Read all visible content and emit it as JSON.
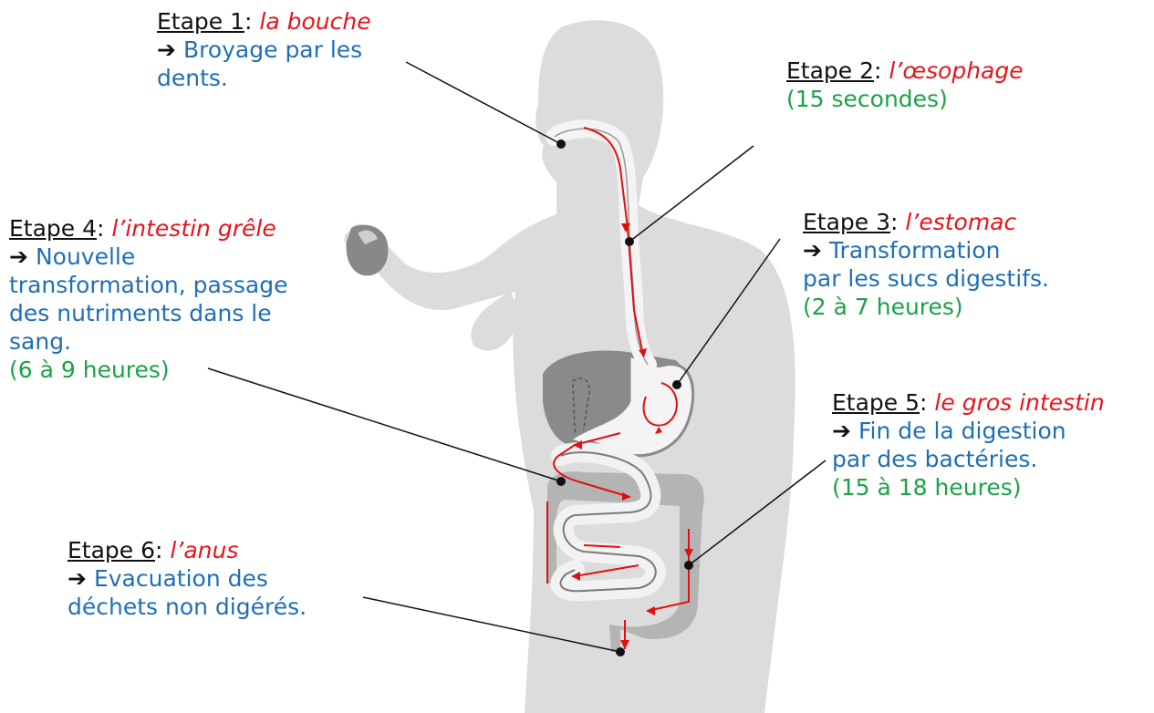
{
  "steps": [
    {
      "stage": "Etape 1",
      "organ": "la bouche",
      "lines": [
        "Broyage par les",
        "dents."
      ],
      "duration": ""
    },
    {
      "stage": "Etape 2",
      "organ": "l’œsophage",
      "lines": [],
      "duration": "(15 secondes)"
    },
    {
      "stage": "Etape 3",
      "organ": "l’estomac",
      "lines": [
        "Transformation",
        "par les sucs digestifs."
      ],
      "duration": "(2 à 7 heures)"
    },
    {
      "stage": "Etape 4",
      "organ": "l’intestin grêle",
      "lines": [
        "Nouvelle",
        "transformation, passage",
        "des nutriments dans le",
        "sang."
      ],
      "duration": "(6 à 9 heures)"
    },
    {
      "stage": "Etape 5",
      "organ": "le gros intestin",
      "lines": [
        "Fin de la digestion",
        "par des bactéries."
      ],
      "duration": "(15 à 18 heures)"
    },
    {
      "stage": "Etape 6",
      "organ": "l’anus",
      "lines": [
        "Evacuation des",
        "déchets non digérés."
      ],
      "duration": ""
    }
  ],
  "symbols": {
    "arrow": "➔",
    "colon": ":"
  },
  "colors": {
    "stage": "#111111",
    "organ": "#e8141b",
    "description": "#1f6fb5",
    "duration": "#1ca247",
    "body": "#dcdcdc",
    "organs": "#b4b4b4",
    "flow": "#e01010"
  }
}
